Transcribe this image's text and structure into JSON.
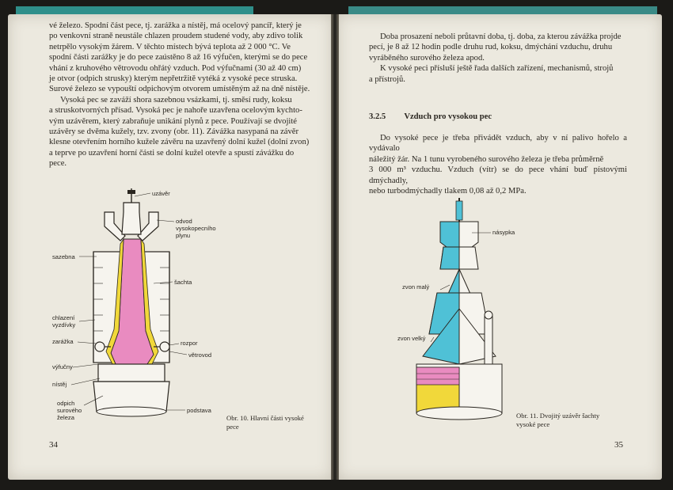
{
  "left_page": {
    "paragraphs": [
      {
        "lines": [
          "vé železo. Spodní část pece, tj. zarážka a nístěj, má ocelový pancíř, který je",
          "po venkovní straně neustále chlazen proudem studené vody, aby zdivo tolik",
          "netrpělo vysokým žárem. V těchto místech bývá teplota až 2 000 °C. Ve",
          "spodní části zarážky je do pece zaústěno 8 až 16 výfučen, kterými se do pece",
          "vhání z kruhového větrovodu ohřátý vzduch. Pod výfučnami (30 až 40 cm)",
          "je otvor (odpich strusky) kterým nepřetržitě vytéká z vysoké pece struska.",
          "Surové železo se vypouští odpichovým otvorem umístěným až na dně nístěje."
        ]
      },
      {
        "lines": [
          "Vysoká pec se zaváží shora sazebnou vsázkami, tj. směsí rudy, koksu",
          "a struskotvorných přísad. Vysoká pec je nahoře uzavřena ocelovým kychto-",
          "vým uzávěrem, který zabraňuje unikání plynů z pece. Používají se dvojité",
          "uzávěry se dvěma kužely, tzv. zvony (obr. 11). Závážka nasypaná na závěr",
          "klesne otevřením horního kužele závěru na uzavřený dolní kužel (dolní zvon)",
          "a teprve po uzavření horní části se dolní kužel otevře a spustí závážku do",
          "pece."
        ]
      }
    ],
    "figure_labels": {
      "uzaver": "uzávěr",
      "odvod": "odvod",
      "vysokopecniho": "vysokopecního",
      "plynu": "plynu",
      "sazebna": "sazebna",
      "sachta": "šachta",
      "chlazeni": "chlazení",
      "vyzdivky": "vyzdívky",
      "zarazka": "zarážka",
      "rozpor": "rozpor",
      "vetrovod": "větrovod",
      "vyfucny": "výfučny",
      "nistej": "nístěj",
      "odpich": "odpich",
      "suroveho": "surového",
      "zeleza": "železa",
      "podstava": "podstava"
    },
    "caption": [
      "Obr. 10. Hlavní části vysoké",
      "pece"
    ],
    "page_number": "34"
  },
  "right_page": {
    "paragraphs": [
      {
        "lines": [
          "Doba prosazení neboli průtavní doba, tj. doba, za kterou závážka projde",
          "pecí, je 8 až 12 hodin podle druhu rud, koksu, dmýchání vzduchu, druhu",
          "vyráběného surového železa apod."
        ]
      },
      {
        "lines": [
          "K vysoké peci přísluší ještě řada dalších zařízení, mechanismů, strojů",
          "a přístrojů."
        ]
      }
    ],
    "section_number": "3.2.5",
    "section_title": "Vzduch pro vysokou pec",
    "section_paragraph": [
      "Do vysoké pece je třeba přivádět vzduch, aby v ní palivo hořelo a vydávalo",
      "náležitý žár. Na 1 tunu vyrobeného surového železa je třeba průměrně",
      "3 000 m³ vzduchu. Vzduch (vítr) se do pece vhání buď pístovými dmýchadly,",
      "nebo turbodmýchadly tlakem 0,08 až 0,2 MPa."
    ],
    "figure_labels": {
      "nasypka": "násypka",
      "zvon_maly": "zvon malý",
      "zvon_velky": "zvon velký"
    },
    "caption": [
      "Obr. 11. Dvojitý uzávěr šachty",
      "vysoké pece"
    ],
    "page_number": "35"
  },
  "colors": {
    "paper": "#ece9df",
    "pink": "#e98bc0",
    "yellow": "#f1d83a",
    "cyan": "#4fc1d6",
    "outline": "#2a2620"
  }
}
